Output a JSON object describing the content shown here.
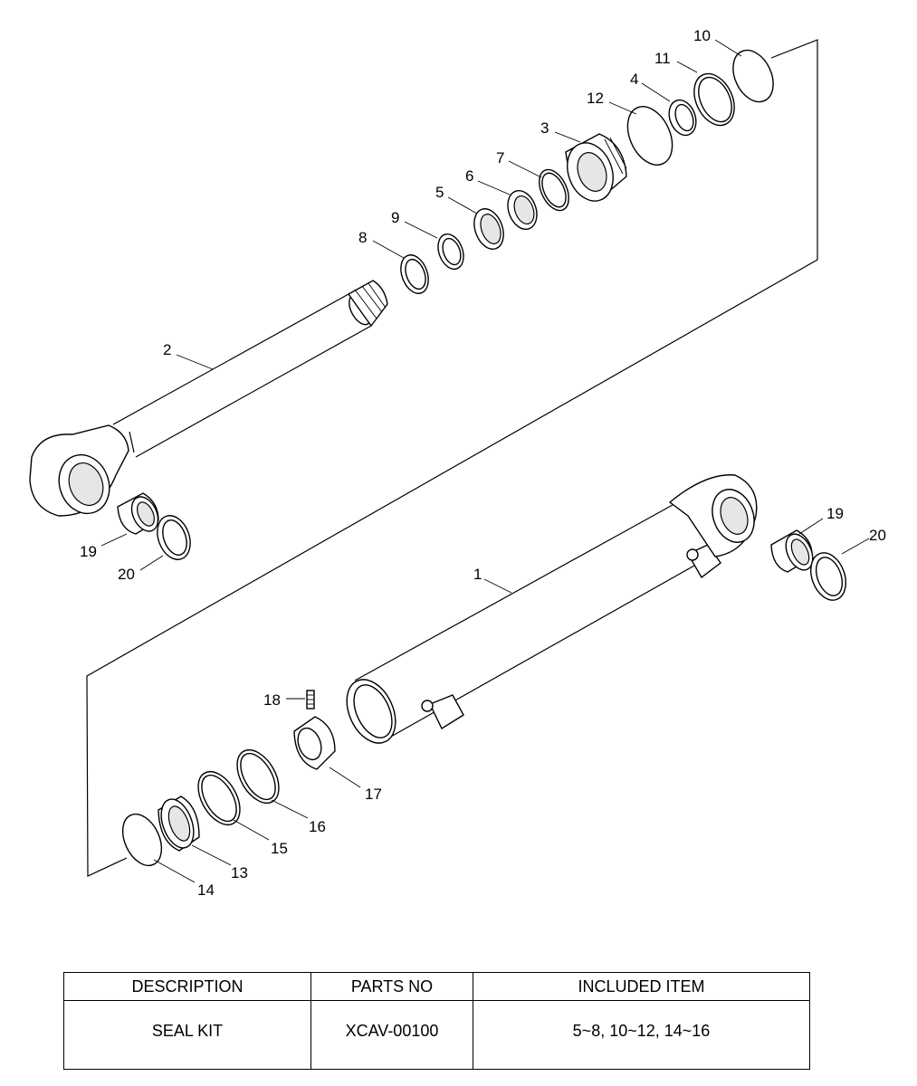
{
  "callouts": {
    "n1": "1",
    "n2": "2",
    "n3": "3",
    "n4": "4",
    "n5": "5",
    "n6": "6",
    "n7": "7",
    "n8": "8",
    "n9": "9",
    "n10": "10",
    "n11": "11",
    "n12": "12",
    "n13": "13",
    "n14": "14",
    "n15": "15",
    "n16": "16",
    "n17": "17",
    "n18": "18",
    "n19": "19",
    "n20": "20"
  },
  "table": {
    "headers": [
      "DESCRIPTION",
      "PARTS NO",
      "INCLUDED ITEM"
    ],
    "rows": [
      [
        "SEAL KIT",
        "XCAV-00100",
        "5~8, 10~12, 14~16"
      ]
    ]
  }
}
